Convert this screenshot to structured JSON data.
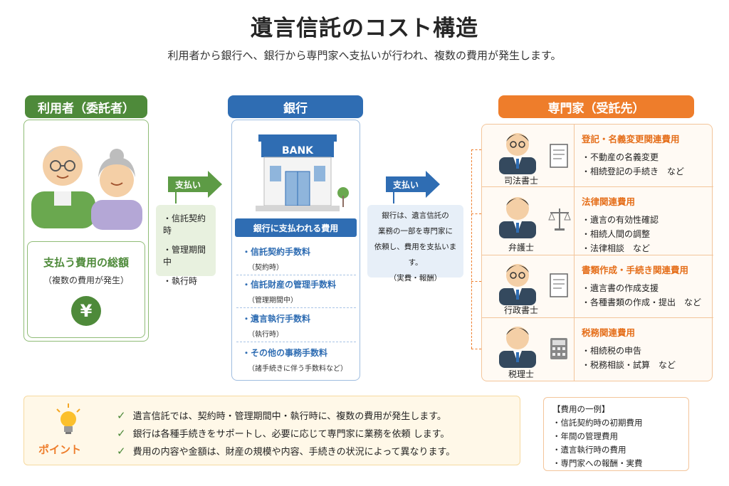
{
  "title": "遺言信託のコスト構造",
  "subtitle": "利用者から銀行へ、銀行から専門家へ支払いが行われ、複数の費用が発生します。",
  "user": {
    "header": "利用者（委託者）",
    "total_title": "支払う費用の総額",
    "total_sub": "（複数の費用が発生）",
    "yen": "¥"
  },
  "arrow1": {
    "label": "支払い"
  },
  "timings": [
    "・信託契約時",
    "・管理期間中",
    "・執行時"
  ],
  "bank": {
    "header": "銀行",
    "sign": "BANK",
    "fees_header": "銀行に支払われる費用",
    "fees": [
      {
        "name": "・信託契約手数料",
        "when": "（契約時）"
      },
      {
        "name": "・信託財産の管理手数料",
        "when": "（管理期間中）"
      },
      {
        "name": "・遺言執行手数料",
        "when": "（執行時）"
      },
      {
        "name": "・その他の事務手数料",
        "when": "（諸手続きに伴う手数料など）"
      }
    ]
  },
  "arrow2": {
    "label": "支払い"
  },
  "bank_desc": [
    "銀行は、遺言信託の",
    "業務の一部を専門家に",
    "依頼し、費用を支払います。",
    "（実費・報酬）"
  ],
  "experts": {
    "header": "専門家（受託先）",
    "rows": [
      {
        "name": "司法書士",
        "icon": "document-icon",
        "category": "登記・名義変更関連費用",
        "items": [
          "・不動産の名義変更",
          "・相続登記の手続き　など"
        ]
      },
      {
        "name": "弁護士",
        "icon": "scales-icon",
        "category": "法律関連費用",
        "items": [
          "・遺言の有効性確認",
          "・相続人間の調整",
          "・法律相談　など"
        ]
      },
      {
        "name": "行政書士",
        "icon": "document-icon",
        "category": "書類作成・手続き関連費用",
        "items": [
          "・遺言書の作成支援",
          "・各種書類の作成・提出　など"
        ]
      },
      {
        "name": "税理士",
        "icon": "calculator-icon",
        "category": "税務関連費用",
        "items": [
          "・相続税の申告",
          "・税務相談・試算　など"
        ]
      }
    ]
  },
  "point": {
    "label": "ポイント",
    "items": [
      "遺言信託では、契約時・管理期間中・執行時に、複数の費用が発生します。",
      "銀行は各種手続きをサポートし、必要に応じて専門家に業務を依頼 します。",
      "費用の内容や金額は、財産の規模や内容、手続きの状況によって異なります。"
    ]
  },
  "example": {
    "title": "【費用の一例】",
    "items": [
      "・信託契約時の初期費用",
      "・年間の管理費用",
      "・遺言執行時の費用",
      "・専門家への報酬・実費"
    ]
  },
  "colors": {
    "green": "#4e8a3a",
    "blue": "#2f6db3",
    "orange": "#ee7d2b"
  }
}
